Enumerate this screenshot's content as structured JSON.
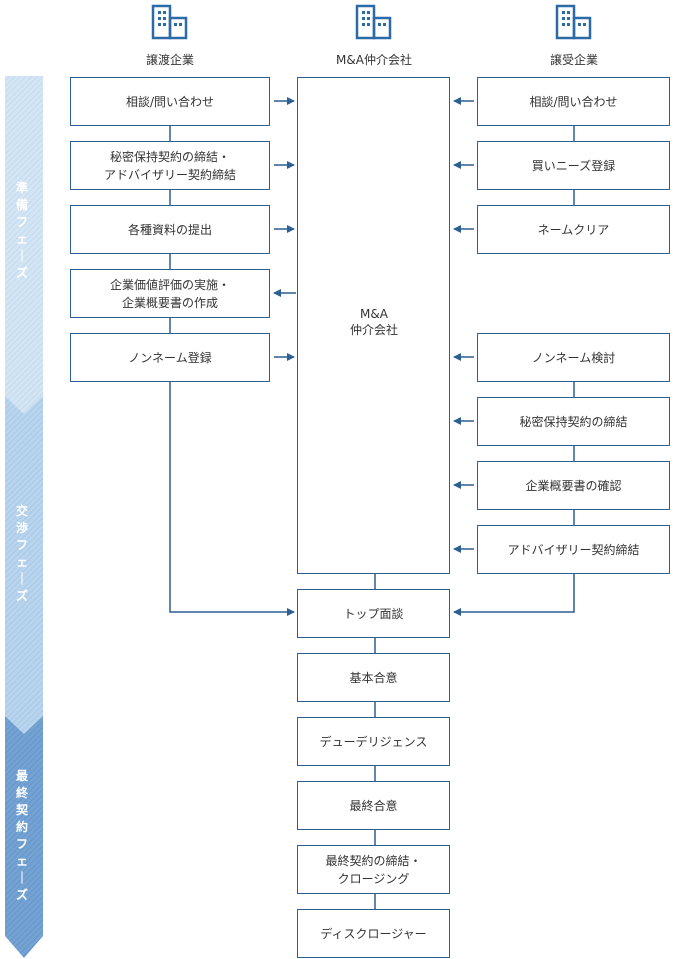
{
  "headers": {
    "seller": "譲渡企業",
    "intermediary": "M&A仲介会社",
    "buyer": "譲受企業",
    "icon": "building-icon"
  },
  "phases": [
    {
      "label": "準備フェーズ",
      "color": "#cfe2f2"
    },
    {
      "label": "交渉フェーズ",
      "color": "#b7d3ec"
    },
    {
      "label": "最終契約フェーズ",
      "color": "#6f9fd0"
    }
  ],
  "seller_steps": [
    "相談/問い合わせ",
    "秘密保持契約の締結・\nアドバイザリー契約締結",
    "各種資料の提出",
    "企業価値評価の実施・\n企業概要書の作成",
    "ノンネーム登録"
  ],
  "buyer_steps": [
    "相談/問い合わせ",
    "買いニーズ登録",
    "ネームクリア",
    "ノンネーム検討",
    "秘密保持契約の締結",
    "企業概要書の確認",
    "アドバイザリー契約締結"
  ],
  "intermediary_label": "M&A\n仲介会社",
  "common_steps": [
    "トップ面談",
    "基本合意",
    "デューデリジェンス",
    "最終合意",
    "最終契約の締結・\nクロージング",
    "ディスクロージャー"
  ],
  "colors": {
    "line": "#2d5f93",
    "border": "#2d5f93",
    "icon": "#2d6aa8"
  }
}
